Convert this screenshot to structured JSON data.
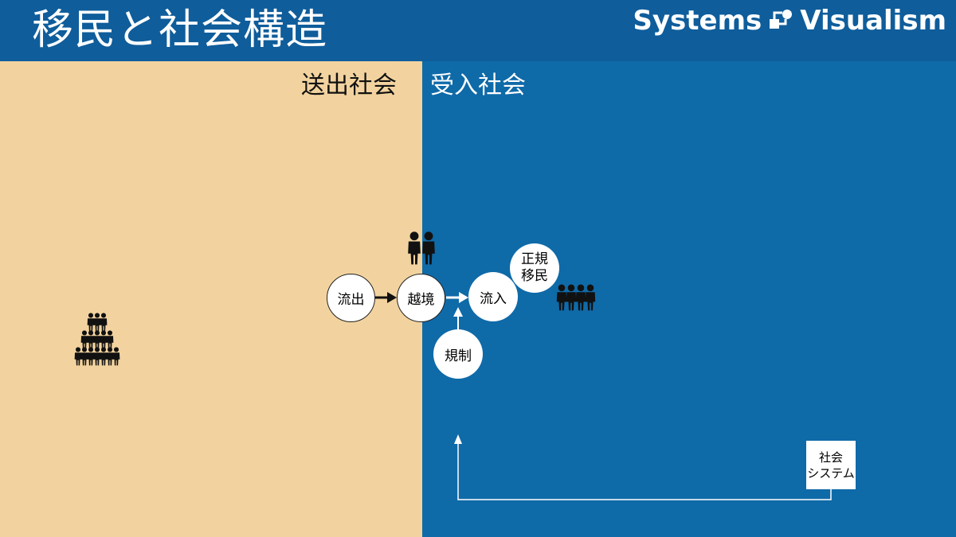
{
  "title": "移民と社会構造",
  "brand": {
    "left": "Systems",
    "right": "Visualism",
    "icon": "flow-diagram-icon"
  },
  "regions": {
    "sending": "送出社会",
    "receiving": "受入社会"
  },
  "nodes": {
    "outflow": "流出",
    "border_crossing": "越境",
    "inflow": "流入",
    "regulation": "規制",
    "regular_migrant_line1": "正規",
    "regular_migrant_line2": "移民",
    "social_system_line1": "社会",
    "social_system_line2": "システム"
  },
  "colors": {
    "header": "#0f5d9b",
    "sending_bg": "#f2d39f",
    "receiving_bg": "#0f6aa8",
    "node_fill": "#ffffff",
    "arrow_dark": "#111111",
    "arrow_light": "#ffffff"
  }
}
